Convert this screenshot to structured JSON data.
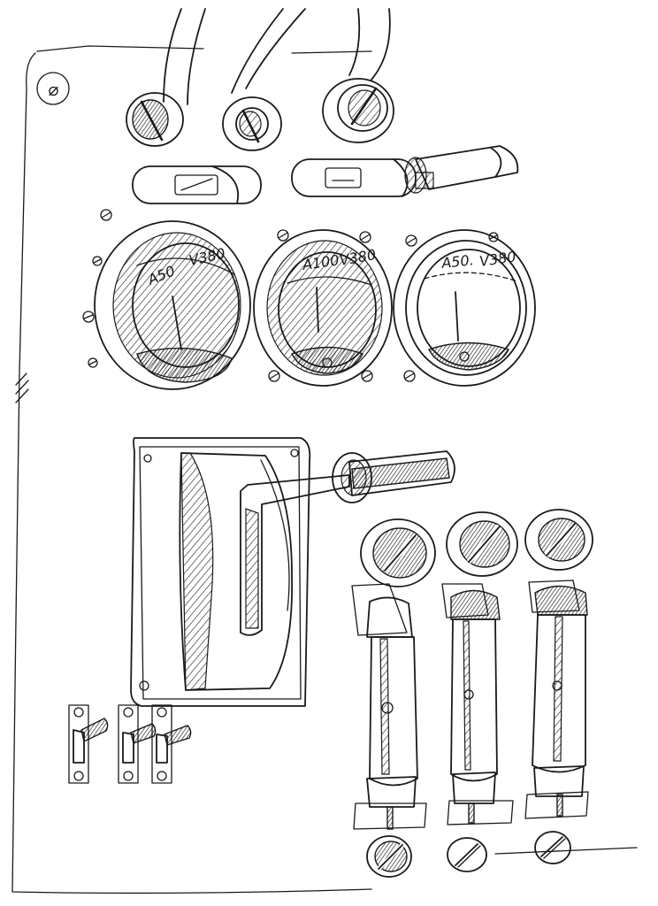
{
  "corner_mark": "⌀",
  "meters": [
    {
      "left_label": "A50",
      "right_label": "V380"
    },
    {
      "left_label": "A100",
      "right_label": "V380"
    },
    {
      "left_label": "A50.",
      "right_label": "V380"
    }
  ]
}
